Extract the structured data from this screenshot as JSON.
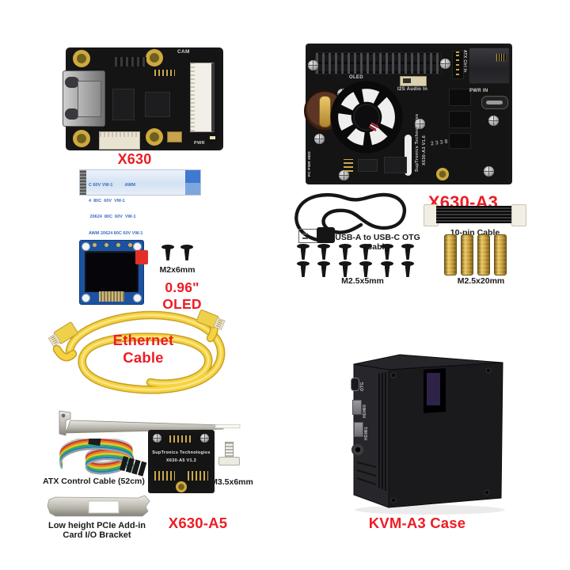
{
  "colors": {
    "label_red": "#ed1c24",
    "label_black": "#1b1b1b"
  },
  "labels": {
    "x630": "X630",
    "x630a3": "X630-A3",
    "oled": "0.96\" OLED",
    "ethernet": "Ethernet Cable",
    "x630a5": "X630-A5",
    "kvm_case": "KVM-A3 Case",
    "usb_cable": "USB-A to USB-C OTG Cable",
    "ten_pin_cable": "10-pin Cable",
    "screws_m25x5": "M2.5x5mm",
    "standoffs_m25x20": "M2.5x20mm",
    "screws_m2x6": "M2x6mm",
    "atx_cable": "ATX Control Cable (52cm)",
    "screw_m35x6": "M3.5x6mm",
    "low_bracket_line1": "Low height PCIe Add-in",
    "low_bracket_line2": "Card I/O Bracket"
  },
  "board_x630": {
    "cam": "CAM",
    "pwr": "PWR"
  },
  "ffc_cable": {
    "lines": [
      "C 60V VW-1          AWM",
      "4  80C  60V  VW-1",
      " 20624  80C  60V  VW-1",
      "AWM 20624 80C 60V VW-1"
    ]
  },
  "board_x630a3": {
    "oled": "OLED",
    "i2s": "I2S Audio In",
    "brand": "SupTronics Technologies",
    "model": "X630-A3 V1.6",
    "atx": "ATX Ctrl In",
    "pwr_in": "PWR IN",
    "date_code": "2338",
    "status_leds": "PC PWR HDD"
  },
  "board_x630a5": {
    "brand": "SupTronics Technologies",
    "model": "X630-A5 V1.2"
  },
  "case_ports": {
    "otg": "OTG",
    "hdmi0": "HDMI0",
    "hdmi1": "HDMI1"
  }
}
